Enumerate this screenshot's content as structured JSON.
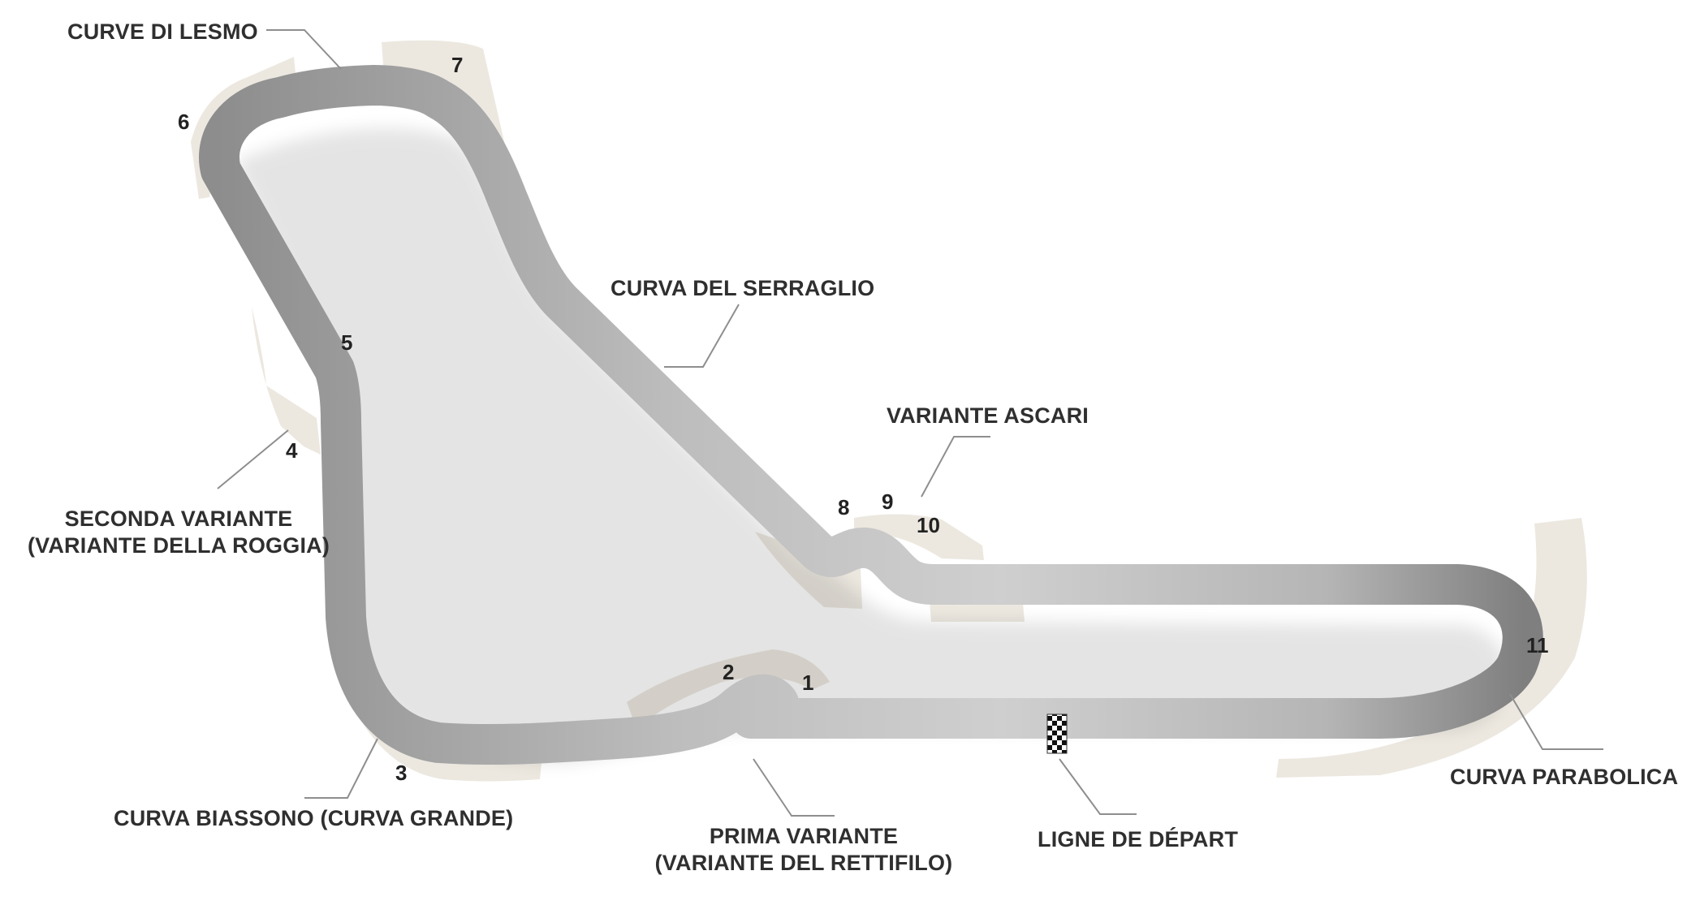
{
  "colors": {
    "track_light": "#cbcbcb",
    "track_dark": "#8c8c8c",
    "runoff": "#ece8e0",
    "leader": "#8e8e8e",
    "text": "#2f2f2f"
  },
  "corners": {
    "c1": "1",
    "c2": "2",
    "c3": "3",
    "c4": "4",
    "c5": "5",
    "c6": "6",
    "c7": "7",
    "c8": "8",
    "c9": "9",
    "c10": "10",
    "c11": "11"
  },
  "labels": {
    "curve_di_lesmo": "CURVE DI LESMO",
    "curva_del_serraglio": "CURVA DEL SERRAGLIO",
    "variante_ascari": "VARIANTE ASCARI",
    "seconda_variante_line1": "SECONDA VARIANTE",
    "seconda_variante_line2": "(VARIANTE  DELLA ROGGIA)",
    "curva_biassono": "CURVA BIASSONO (CURVA GRANDE)",
    "prima_variante_line1": "PRIMA VARIANTE",
    "prima_variante_line2": "(VARIANTE DEL RETTIFILO)",
    "ligne_de_depart": "LIGNE DE DÉPART",
    "curva_parabolica": "CURVA PARABOLICA"
  }
}
